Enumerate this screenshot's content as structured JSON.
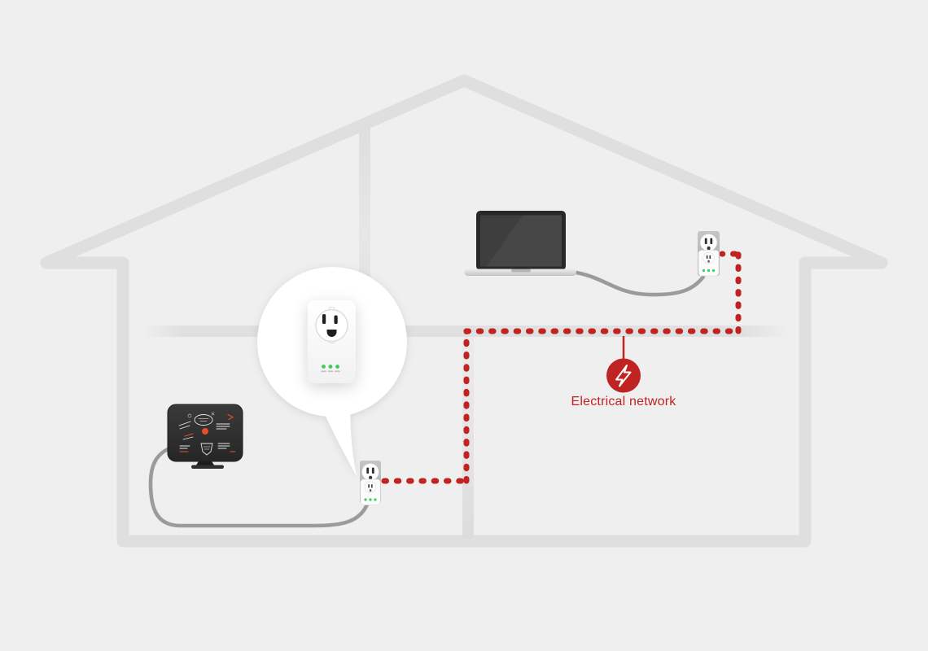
{
  "colors": {
    "background": "#efefef",
    "house": "#dfdfdf",
    "floor": "#e0e0e0",
    "red": "#bf2423",
    "cable": "#9b9b9b",
    "led_green": "#3ecb5f",
    "device_dark": "#303030",
    "doodle_orange": "#e2512b"
  },
  "labels": {
    "electrical_network": "Electrical network"
  },
  "icons": {
    "marker": "lightning-bolt-icon",
    "callout": "powerline-adapter-closeup",
    "upstairs_devices": [
      "laptop",
      "wall-outlet",
      "powerline-adapter"
    ],
    "downstairs_devices": [
      "tv",
      "wall-outlet",
      "powerline-adapter"
    ]
  },
  "adapter": {
    "led_count": 3
  }
}
